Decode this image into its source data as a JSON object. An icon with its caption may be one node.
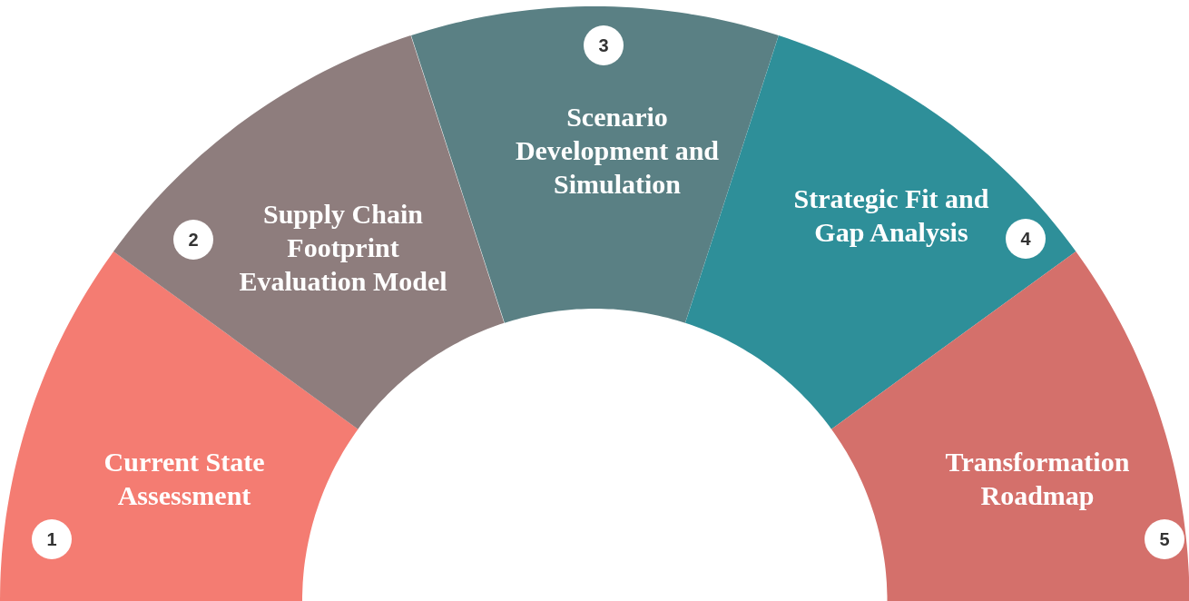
{
  "diagram": {
    "nodes": [
      {
        "text": [
          "Current State Assessment"
        ]
      },
      {
        "text": [
          "1"
        ],
        "in": 0
      },
      {
        "text": [
          "Supply Chain Footprint Evaluation Model"
        ]
      },
      {
        "text": [
          "2"
        ],
        "in": 2
      },
      {
        "text": [
          "Scenario Development and Simulation"
        ]
      },
      {
        "text": [
          "3"
        ],
        "in": 4
      },
      {
        "text": [
          "Strategic Fit and Gap Analysis"
        ]
      },
      {
        "text": [
          "4"
        ],
        "in": 6
      },
      {
        "text": [
          "Transformation Roadmap"
        ]
      },
      {
        "text": [
          "5"
        ],
        "in": 8
      }
    ]
  }
}
